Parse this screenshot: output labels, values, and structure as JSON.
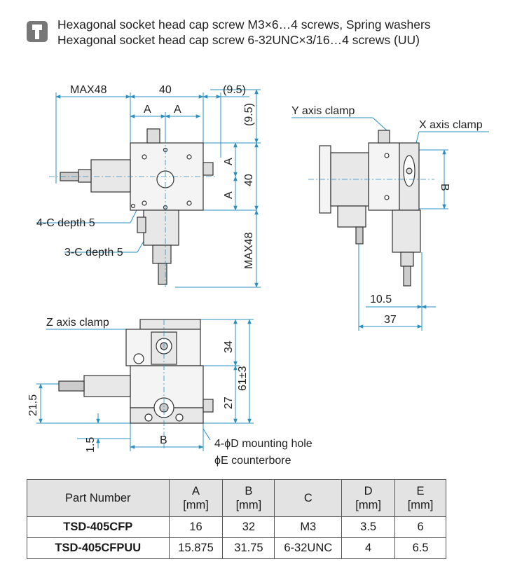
{
  "header": {
    "icon": "screw-icon",
    "lines": [
      "Hexagonal socket head cap screw M3×6…4 screws, Spring washers",
      "Hexagonal socket head cap screw 6-32UNC×3/16…4 screws (UU)"
    ]
  },
  "colors": {
    "dimension": "#2b8fbf",
    "part": "#333333",
    "table_header": "#e3e3e3"
  },
  "drawing": {
    "top_view": {
      "dim_max48": "MAX48",
      "dim_40": "40",
      "dim_9_5_h": "(9.5)",
      "dim_a_1": "A",
      "dim_a_2": "A",
      "dim_9_5_v": "(9.5)",
      "dim_a_v1": "A",
      "dim_a_v2": "A",
      "dim_40_v": "40",
      "dim_max48_v": "MAX48",
      "label_4c": "4-C depth 5",
      "label_3c": "3-C depth 5"
    },
    "side_view": {
      "label_y_clamp": "Y axis clamp",
      "label_x_clamp": "X axis clamp",
      "dim_b": "B",
      "dim_10_5": "10.5",
      "dim_37": "37"
    },
    "front_view": {
      "label_z_clamp": "Z axis clamp",
      "dim_34": "34",
      "dim_61": "61±3",
      "dim_27": "27",
      "dim_21_5": "21.5",
      "dim_1_5": "1.5",
      "dim_b": "B",
      "label_mounting": "4-ϕD mounting hole",
      "label_counterbore": "ϕE counterbore"
    }
  },
  "table": {
    "headers": [
      {
        "top": "Part Number",
        "bottom": ""
      },
      {
        "top": "A",
        "bottom": "[mm]"
      },
      {
        "top": "B",
        "bottom": "[mm]"
      },
      {
        "top": "C",
        "bottom": ""
      },
      {
        "top": "D",
        "bottom": "[mm]"
      },
      {
        "top": "E",
        "bottom": "[mm]"
      }
    ],
    "rows": [
      [
        "TSD-405CFP",
        "16",
        "32",
        "M3",
        "3.5",
        "6"
      ],
      [
        "TSD-405CFPUU",
        "15.875",
        "31.75",
        "6-32UNC",
        "4",
        "6.5"
      ]
    ]
  }
}
